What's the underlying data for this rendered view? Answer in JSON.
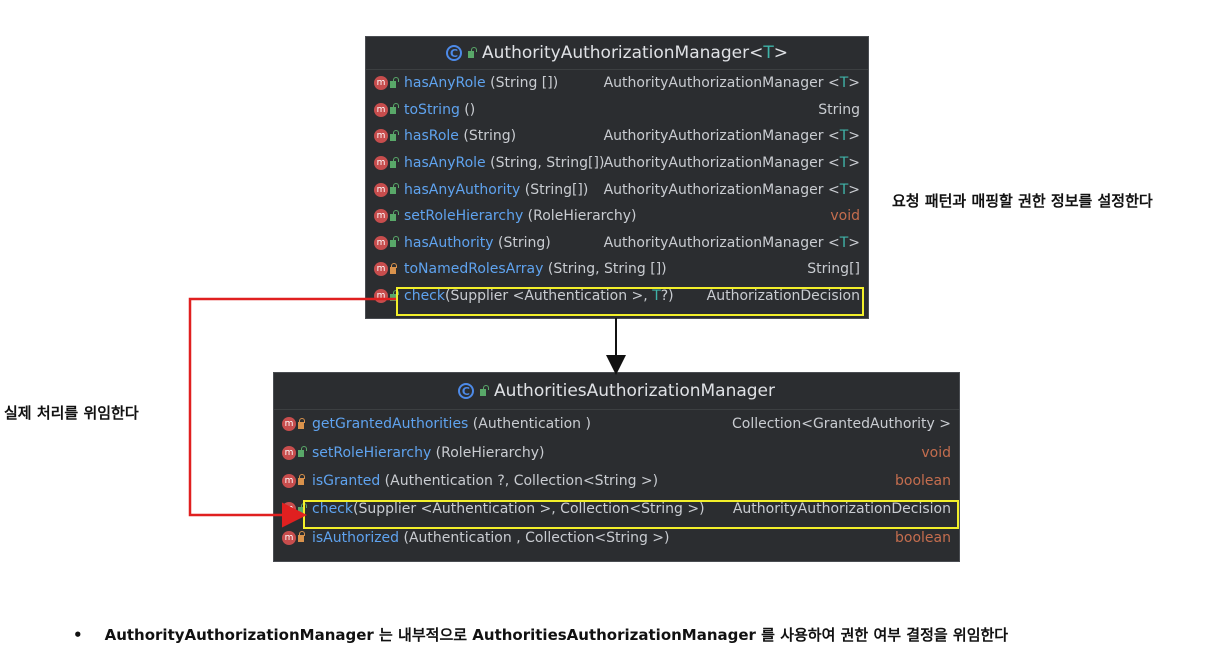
{
  "top_class": {
    "name": "AuthorityAuthorizationManager",
    "generic": "T",
    "methods": [
      {
        "name": "hasAnyRole",
        "params": " (String [])",
        "ret_prefix": "AuthorityAuthorizationManager <",
        "ret_tparam": "T",
        "ret_suffix": ">",
        "vis": "public"
      },
      {
        "name": "toString",
        "params": " ()",
        "ret_prefix": "String",
        "ret_tparam": "",
        "ret_suffix": "",
        "vis": "public"
      },
      {
        "name": "hasRole",
        "params": " (String)",
        "ret_prefix": "AuthorityAuthorizationManager <",
        "ret_tparam": "T",
        "ret_suffix": ">",
        "vis": "public"
      },
      {
        "name": "hasAnyRole",
        "params": " (String, String[])",
        "ret_prefix": "AuthorityAuthorizationManager <",
        "ret_tparam": "T",
        "ret_suffix": ">",
        "vis": "public"
      },
      {
        "name": "hasAnyAuthority",
        "params": " (String[])",
        "ret_prefix": "AuthorityAuthorizationManager <",
        "ret_tparam": "T",
        "ret_suffix": ">",
        "vis": "public"
      },
      {
        "name": "setRoleHierarchy",
        "params": " (RoleHierarchy)",
        "ret_prefix": "void",
        "ret_tparam": "",
        "ret_suffix": "",
        "vis": "public"
      },
      {
        "name": "hasAuthority",
        "params": " (String)",
        "ret_prefix": "AuthorityAuthorizationManager <",
        "ret_tparam": "T",
        "ret_suffix": ">",
        "vis": "public"
      },
      {
        "name": "toNamedRolesArray",
        "params": " (String, String [])",
        "ret_prefix": "String[]",
        "ret_tparam": "",
        "ret_suffix": "",
        "vis": "private"
      }
    ],
    "check": {
      "name": "check",
      "params_a": "(Supplier <Authentication >, ",
      "params_t": "T",
      "params_b": "?)",
      "ret": "AuthorizationDecision"
    }
  },
  "bottom_class": {
    "name": "AuthoritiesAuthorizationManager",
    "methods": [
      {
        "name": "getGrantedAuthorities",
        "params": " (Authentication )",
        "ret": "Collection<GrantedAuthority >",
        "ret_kind": "col",
        "vis": "private"
      },
      {
        "name": "setRoleHierarchy",
        "params": " (RoleHierarchy)",
        "ret": "void",
        "ret_kind": "void",
        "vis": "public"
      },
      {
        "name": "isGranted",
        "params": " (Authentication ?, Collection<String >)",
        "ret": "boolean",
        "ret_kind": "bool",
        "vis": "private"
      },
      {
        "name": "check",
        "params": "(Supplier <Authentication >, Collection<String >)",
        "ret": "AuthorityAuthorizationDecision",
        "ret_kind": "col",
        "vis": "public",
        "highlight": true
      },
      {
        "name": "isAuthorized",
        "params": " (Authentication , Collection<String >)",
        "ret": "boolean",
        "ret_kind": "bool",
        "vis": "private"
      }
    ]
  },
  "annotations": {
    "right_note": "요청 패턴과 매핑할 권한 정보를 설정한다",
    "left_note": "실제 처리를 위임한다",
    "bullet": "•",
    "bottom_text": "AuthorityAuthorizationManager 는 내부적으로 AuthoritiesAuthorizationManager 를 사용하여 권한 여부 결정을 위임한다"
  },
  "icons": {
    "class_icon": "C",
    "method_icon": "m"
  },
  "colors": {
    "panel_bg": "#2b2d30",
    "method_name": "#5fa3ef",
    "highlight": "#f2ef2a",
    "arrow_red": "#e02020",
    "return_keyword": "#c46d4e"
  }
}
